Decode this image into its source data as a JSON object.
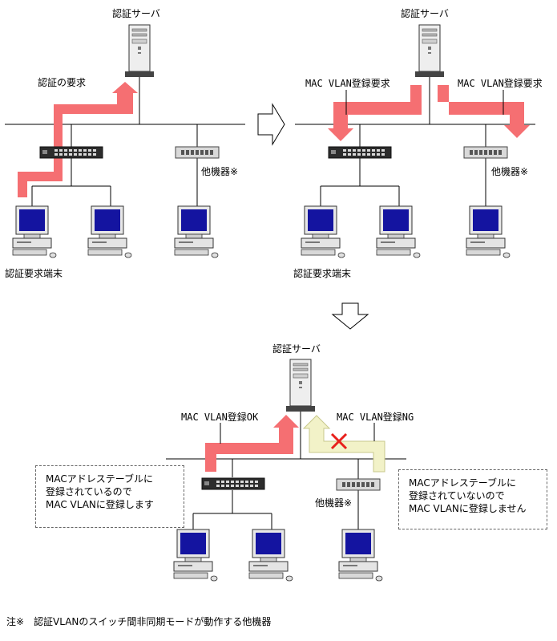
{
  "panels": {
    "top_left": {
      "server_label": "認証サーバ",
      "request_label": "認証の要求",
      "other_device_label": "他機器※",
      "terminal_label": "認証要求端末"
    },
    "top_right": {
      "server_label": "認証サーバ",
      "mac_reg_left": "MAC VLAN登録要求",
      "mac_reg_right": "MAC VLAN登録要求",
      "other_device_label": "他機器※",
      "terminal_label": "認証要求端末"
    },
    "bottom": {
      "server_label": "認証サーバ",
      "mac_ok": "MAC VLAN登録OK",
      "mac_ng": "MAC VLAN登録NG",
      "other_device_label": "他機器※",
      "note_left": [
        "MACアドレステーブルに",
        "登録されているので",
        "MAC VLANに登録します"
      ],
      "note_right": [
        "MACアドレステーブルに",
        "登録されていないので",
        "MAC VLANに登録しません"
      ]
    }
  },
  "footnote": "注※　認証VLANのスイッチ間非同期モードが動作する他機器",
  "colors": {
    "arrow_red": "#f56f72",
    "arrow_pale": "#f2f2c8",
    "arrow_pale_stroke": "#c8c88c",
    "screen": "#1414a0",
    "cross": "#e8201c"
  },
  "icons": [
    "server-icon",
    "switch-icon",
    "hub-icon",
    "pc-icon",
    "block-cross-icon",
    "transition-arrow-icon"
  ]
}
